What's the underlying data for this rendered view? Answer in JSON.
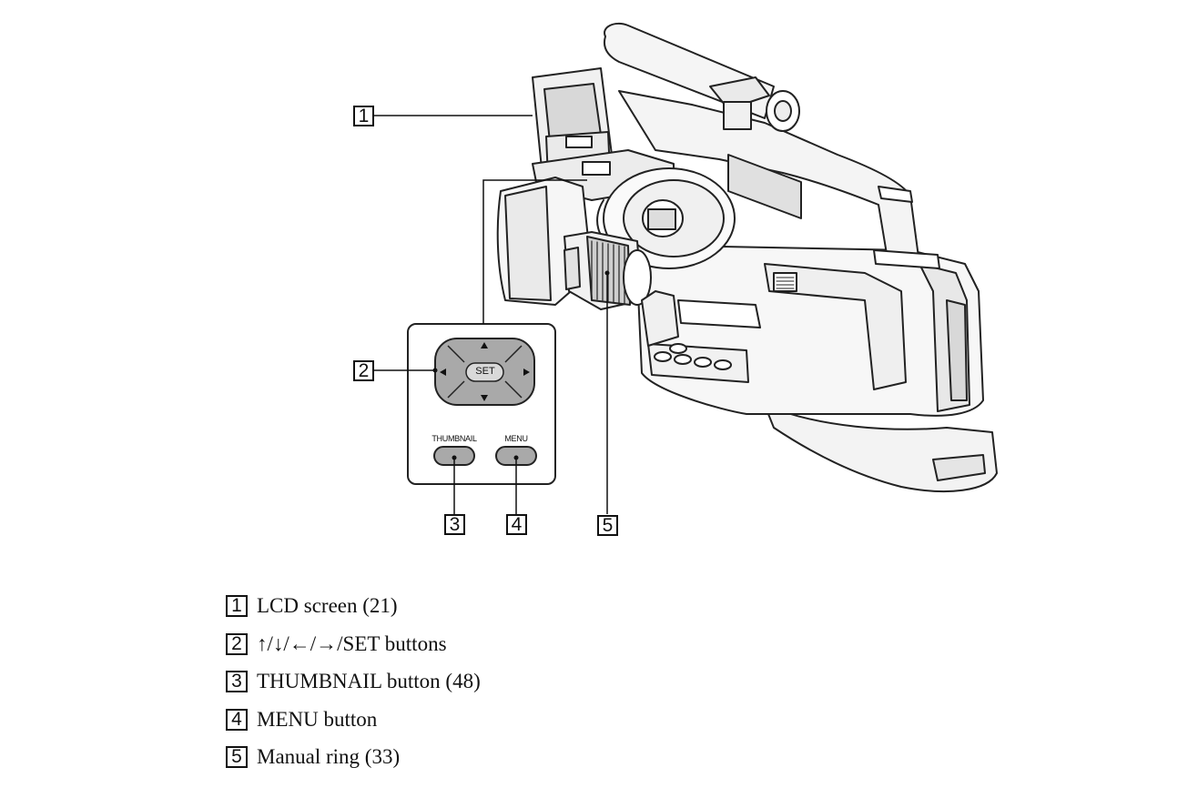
{
  "diagram": {
    "callouts": [
      {
        "num": "1"
      },
      {
        "num": "2"
      },
      {
        "num": "3"
      },
      {
        "num": "4"
      },
      {
        "num": "5"
      }
    ],
    "control_panel": {
      "set_label": "SET",
      "thumbnail_label": "THUMBNAIL",
      "menu_label": "MENU"
    }
  },
  "legend": [
    {
      "num": "1",
      "text": "LCD screen (21)"
    },
    {
      "num": "2",
      "text": "↑/↓/←/→/SET buttons"
    },
    {
      "num": "3",
      "text": "THUMBNAIL button (48)"
    },
    {
      "num": "4",
      "text": "MENU button"
    },
    {
      "num": "5",
      "text": "Manual ring (33)"
    }
  ]
}
